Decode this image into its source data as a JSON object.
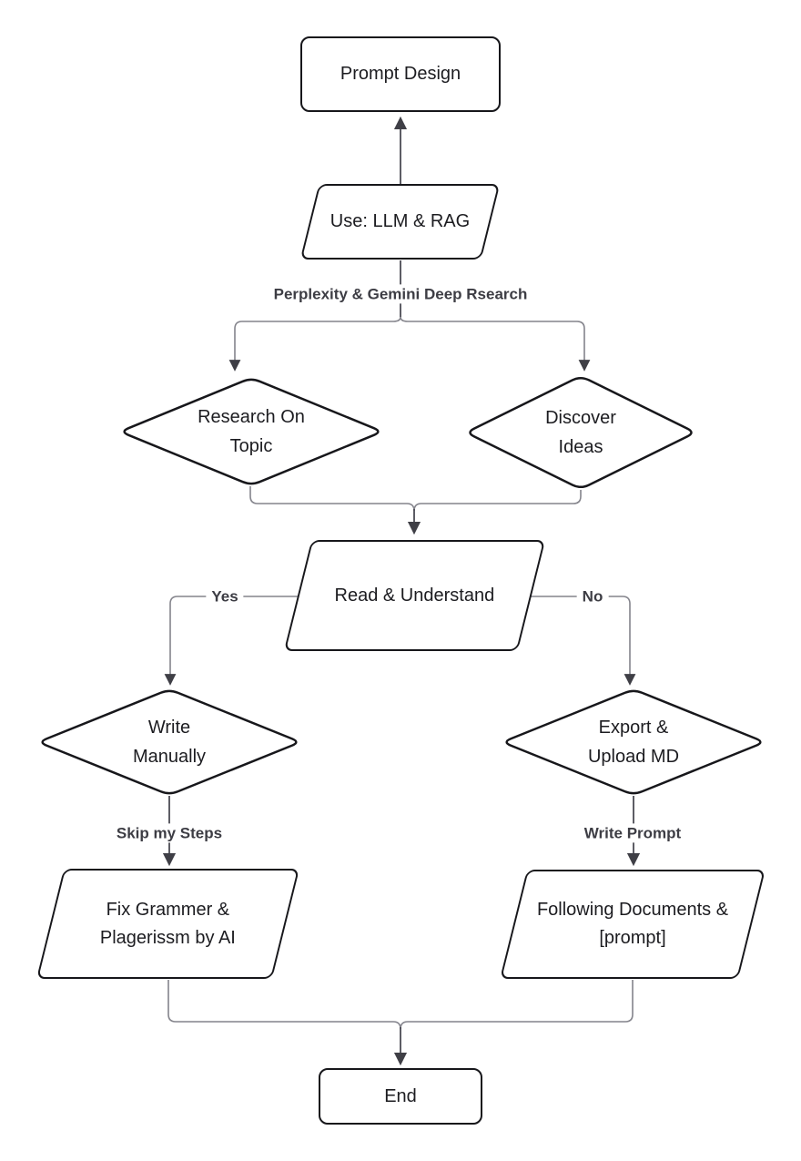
{
  "diagram": {
    "colors": {
      "background": "#ffffff",
      "shape_border": "#17171b",
      "shape_fill": "#ffffff",
      "connector_line": "#84848c",
      "connector_dark": "#4b4b54",
      "arrowhead": "#3f3f46",
      "node_text": "#1c1c20",
      "edge_label_text": "#3d3d44"
    },
    "nodes": {
      "prompt_design": {
        "type": "rounded-rect",
        "label": "Prompt Design"
      },
      "use_llm_rag": {
        "type": "parallelogram",
        "label": "Use: LLM & RAG"
      },
      "research_on_topic": {
        "type": "diamond",
        "label": "Research On\nTopic"
      },
      "discover_ideas": {
        "type": "diamond",
        "label": "Discover\nIdeas"
      },
      "read_understand": {
        "type": "parallelogram",
        "label": "Read & Understand"
      },
      "write_manually": {
        "type": "diamond",
        "label": "Write\nManually"
      },
      "export_upload_md": {
        "type": "diamond",
        "label": "Export &\nUpload MD"
      },
      "fix_grammar_plagiarism": {
        "type": "parallelogram",
        "label": "Fix Grammer &\nPlagerissm by AI"
      },
      "following_documents": {
        "type": "parallelogram",
        "label": "Following Documents &\n[prompt]"
      },
      "end": {
        "type": "rounded-rect",
        "label": "End"
      }
    },
    "edge_labels": {
      "deep_research": "Perplexity & Gemini Deep Rsearch",
      "yes": "Yes",
      "no": "No",
      "skip_my_steps": "Skip my Steps",
      "write_prompt": "Write Prompt"
    }
  }
}
